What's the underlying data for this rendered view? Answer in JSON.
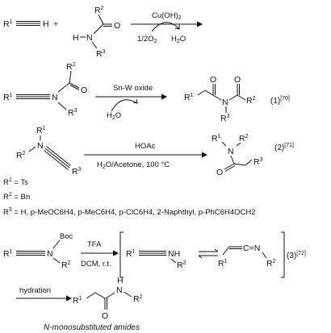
{
  "scheme": {
    "reaction1": {
      "reagent_top": "Cu(OH)",
      "reagent_top_sub": "2",
      "reagent_bottom": "1/2O",
      "reagent_bottom_sub": "2",
      "byproduct": "H",
      "byproduct_sub": "2",
      "byproduct_tail": "O",
      "plus": "+",
      "amine_H": "H",
      "amine_N": "N",
      "O": "O"
    },
    "reaction_sn": {
      "reagent": "Sn-W oxide",
      "water": "H",
      "water_sub": "2",
      "water_tail": "O",
      "ref": "(1)",
      "ref_sup": "[70]",
      "N": "N",
      "O": "O"
    },
    "reaction_hoac": {
      "reagent_top": "HOAc",
      "reagent_bottom": "H",
      "reagent_bottom_sub": "2",
      "reagent_bottom_tail": "O/Acetone, 100 °C",
      "ref": "(2)",
      "ref_sup": "[71]",
      "N": "N",
      "O": "O"
    },
    "substituents": {
      "r1": "R",
      "r1_sup": "1",
      "r1_value": " = Ts",
      "r2": "R",
      "r2_sup": "2",
      "r2_value": " = Bn",
      "r3": "R",
      "r3_sup": "3",
      "r3_value": " = H, p-MeOC6H4, p-MeC6H4, p-ClC6H4, 2-Naphthyl, p-PhC6H4OCH2"
    },
    "reaction_tfa": {
      "boc": "Boc",
      "reagent_top": "TFA",
      "reagent_bottom": "DCM, r.t.",
      "intermediate_nh": "NH",
      "intermediate_cn": "C=N",
      "ref": "(3)",
      "ref_sup": "[72]",
      "N": "N"
    },
    "hydration": {
      "label": "hydration",
      "N": "N",
      "H": "H",
      "O": "O",
      "caption": "N-monosubstituted amides"
    },
    "r_labels": {
      "R": "R",
      "s1": "1",
      "s2": "2",
      "s3": "3",
      "H": "H"
    }
  }
}
